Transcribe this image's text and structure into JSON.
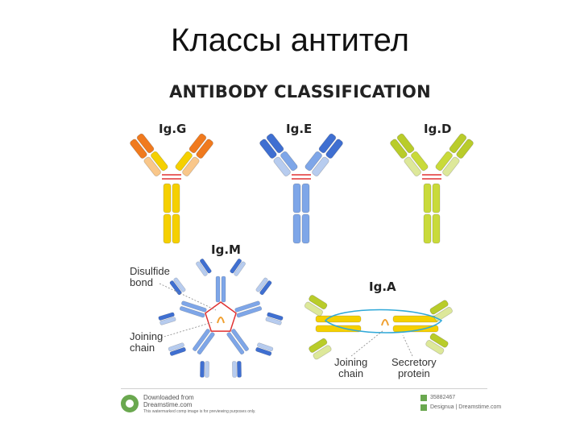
{
  "slide": {
    "title": "Классы антител"
  },
  "figure": {
    "title": "ANTIBODY CLASSIFICATION",
    "classes": [
      {
        "label": "Ig.G",
        "color_top": "#f07a1e",
        "color_light": "#f9c78a",
        "color_base": "#f5d000"
      },
      {
        "label": "Ig.E",
        "color_top": "#3f6fd1",
        "color_light": "#b7ccef",
        "color_base": "#7ea6e8"
      },
      {
        "label": "Ig.D",
        "color_top": "#b9cc2a",
        "color_light": "#dde89a",
        "color_base": "#c9da3a"
      },
      {
        "label": "Ig.M",
        "color_top": "#3f6fd1",
        "color_light": "#b7ccef",
        "color_base": "#7ea6e8"
      },
      {
        "label": "Ig.A",
        "color_top": "#b9cc2a",
        "color_light": "#dde89a",
        "color_base": "#f5d000"
      }
    ],
    "annotations": {
      "disulfide": "Disulfide\nbond",
      "joining_left": "Joining\nchain",
      "joining_bottom": "Joining\nchain",
      "secretory": "Secretory\nprotein"
    },
    "accent_colors": {
      "disulfide": "#e03030",
      "secretory": "#2fa8d8",
      "joining": "#f0a030"
    }
  },
  "footer": {
    "downloaded": "Downloaded from",
    "site": "Dreamstime.com",
    "small_print": "This watermarked comp image is for previewing purposes only.",
    "id": "35882467",
    "credit": "Designua | Dreamstime.com"
  }
}
